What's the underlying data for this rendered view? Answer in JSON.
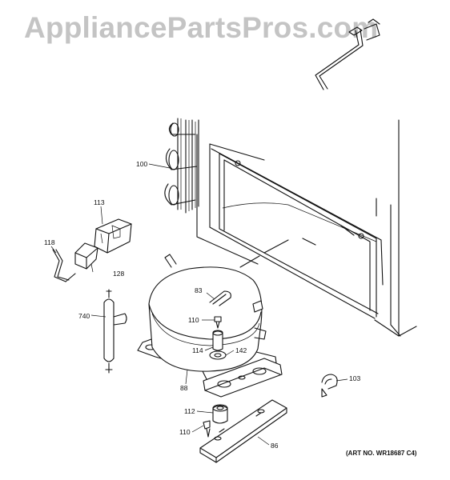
{
  "watermark": "AppliancePartsPros.com",
  "art_number": "(ART NO. WR18687 C4)",
  "callouts": [
    "100",
    "113",
    "118",
    "128",
    "740",
    "83",
    "110",
    "114",
    "142",
    "88",
    "103",
    "112",
    "110",
    "86"
  ]
}
